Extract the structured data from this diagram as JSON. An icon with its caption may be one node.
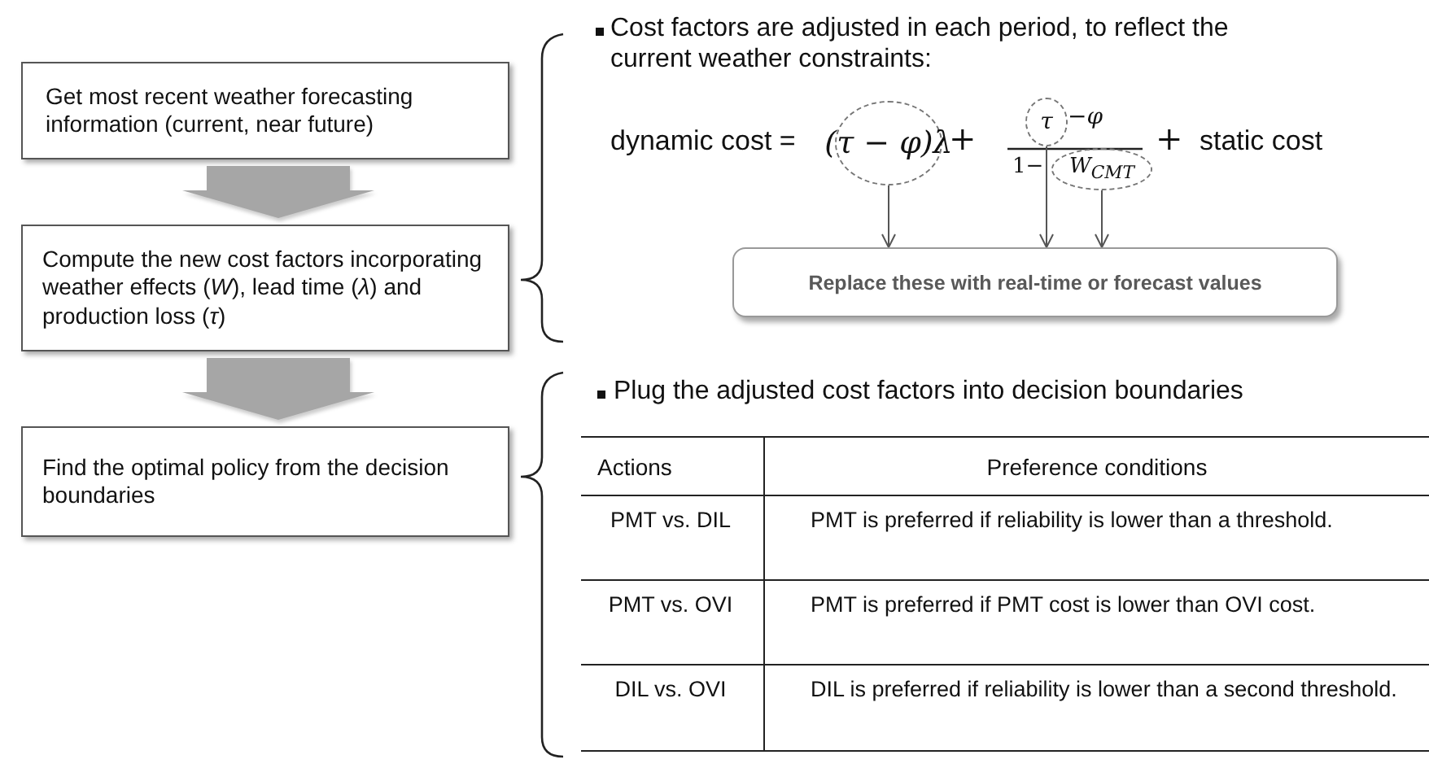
{
  "diagram": {
    "nodes": [
      {
        "text": [
          "Get most recent weather forecasting information (current, near future)"
        ]
      },
      {
        "text": [
          "Compute the new cost factors incorporating weather effects (*W*), lead time (*λ*) and production loss (*τ*)"
        ]
      },
      {
        "text": [
          "Find the optimal policy from the decision boundaries"
        ]
      },
      {
        "text": [
          "(τ − φ)λ"
        ]
      },
      {
        "text": [
          "τ"
        ]
      },
      {
        "text": [
          "W$_{CMT}$"
        ]
      },
      {
        "text": [
          "Replace these with real-time or forecast values"
        ]
      }
    ],
    "edges": [
      {
        "from": 0,
        "to": 1,
        "arrow": "to",
        "style": "thick",
        "color": "#a6a6a6"
      },
      {
        "from": 1,
        "to": 2,
        "arrow": "to",
        "style": "thick",
        "color": "#a6a6a6"
      },
      {
        "from": 3,
        "to": 6,
        "arrow": "to"
      },
      {
        "from": 4,
        "to": 6,
        "arrow": "to"
      },
      {
        "from": 5,
        "to": 6,
        "arrow": "to"
      }
    ],
    "labels": [
      "Cost factors are adjusted in each period, to reflect the current weather constraints:",
      "dynamic cost =",
      "+",
      "−φ",
      "1−",
      "+",
      "static cost",
      "Plug the adjusted cost factors into decision boundaries",
      "Actions",
      "Preference conditions",
      "PMT vs. DIL",
      "PMT is preferred if reliability is lower than a threshold.",
      "PMT vs. OVI",
      "PMT is preferred if PMT cost is lower than OVI cost.",
      "DIL vs. OVI",
      "DIL is preferred if reliability is lower than a second threshold."
    ]
  }
}
